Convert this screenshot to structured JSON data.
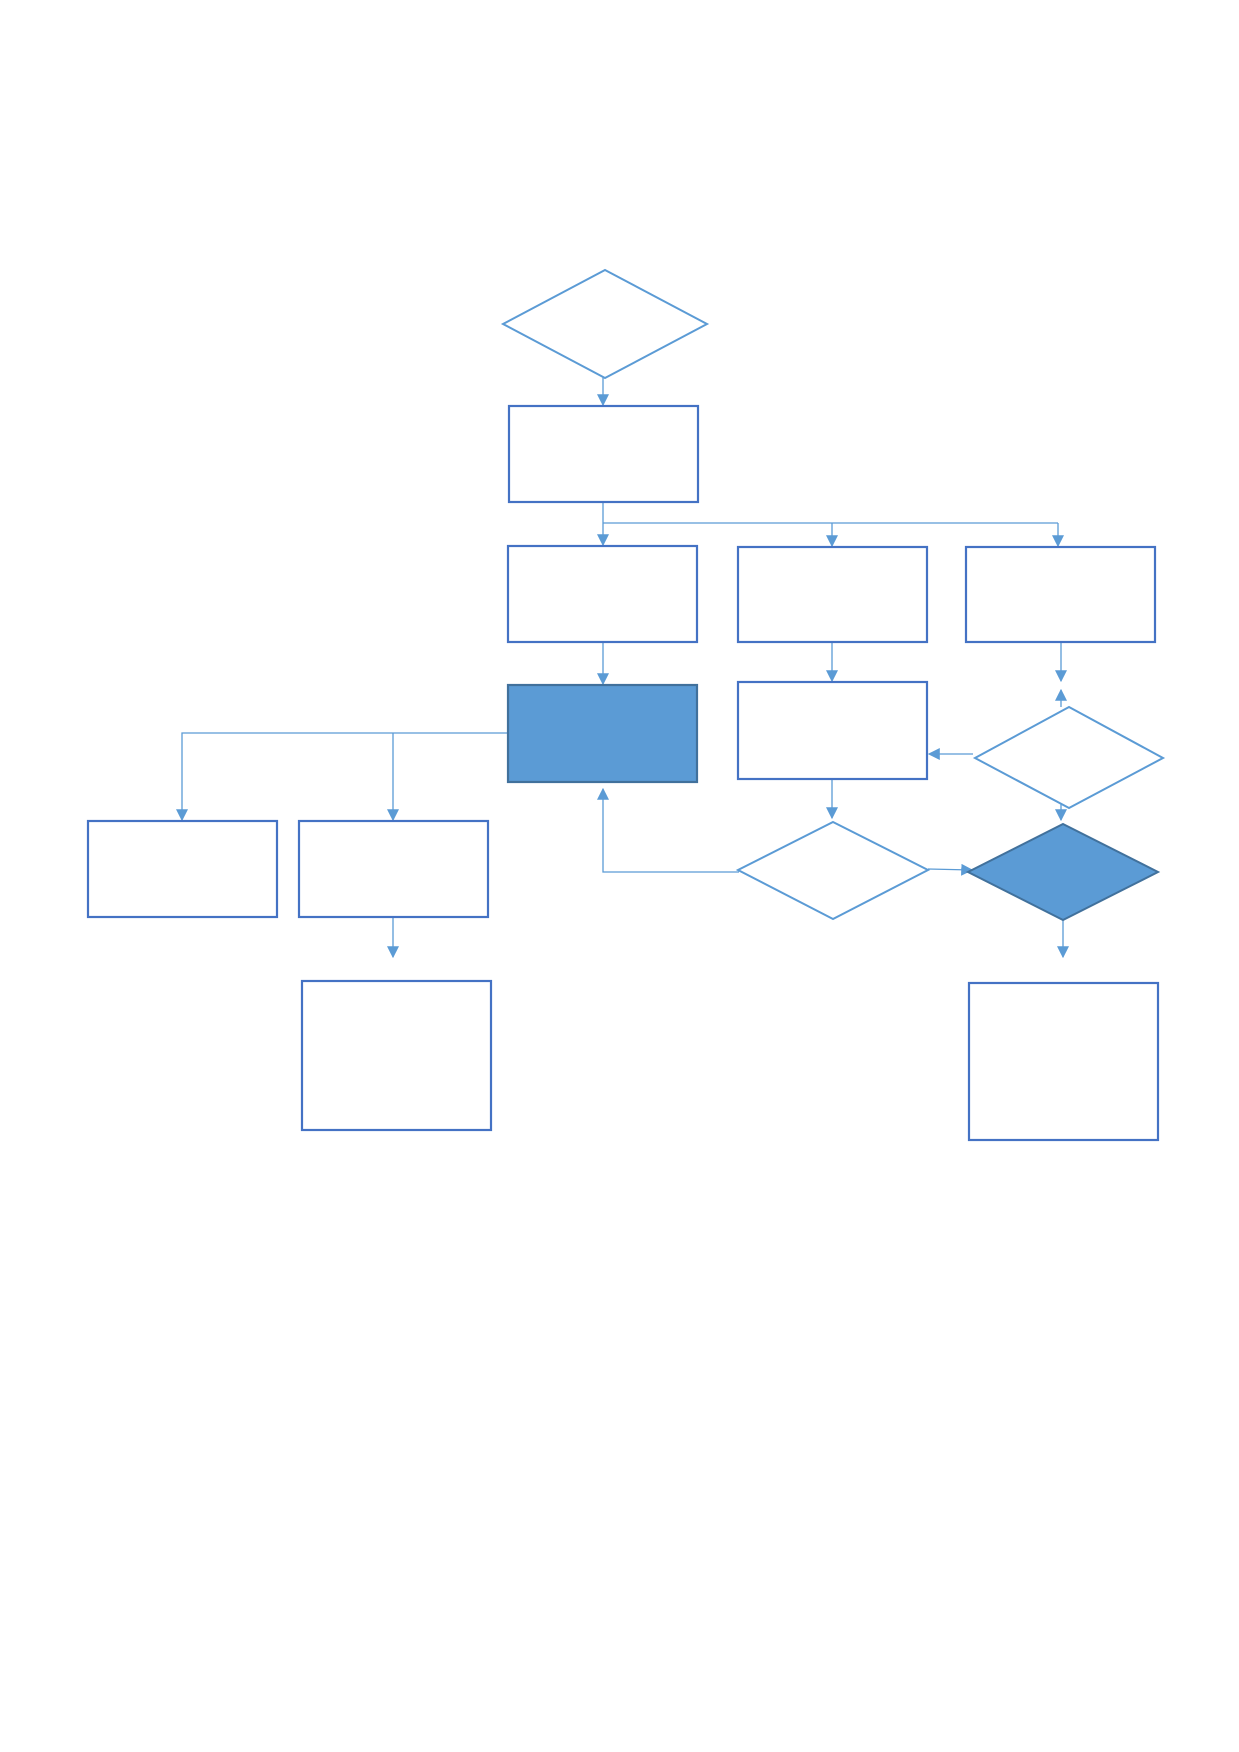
{
  "diagram": {
    "colors": {
      "box_stroke": "#4472c4",
      "diamond_stroke": "#5b9bd5",
      "fill_accent": "#5b9bd5",
      "accent_stroke": "#41719c",
      "connector": "#5b9bd5",
      "background": "#ffffff"
    },
    "nodes": [
      {
        "name": "start-decision",
        "shape": "diamond",
        "filled": false,
        "label": ""
      },
      {
        "name": "process-step-1",
        "shape": "rectangle",
        "filled": false,
        "label": ""
      },
      {
        "name": "branch-left-step",
        "shape": "rectangle",
        "filled": false,
        "label": ""
      },
      {
        "name": "branch-middle-step",
        "shape": "rectangle",
        "filled": false,
        "label": ""
      },
      {
        "name": "branch-right-step",
        "shape": "rectangle",
        "filled": false,
        "label": ""
      },
      {
        "name": "highlighted-step",
        "shape": "rectangle",
        "filled": true,
        "label": ""
      },
      {
        "name": "middle-process-step",
        "shape": "rectangle",
        "filled": false,
        "label": ""
      },
      {
        "name": "right-decision",
        "shape": "diamond",
        "filled": false,
        "label": ""
      },
      {
        "name": "far-left-step",
        "shape": "rectangle",
        "filled": false,
        "label": ""
      },
      {
        "name": "left-step",
        "shape": "rectangle",
        "filled": false,
        "label": ""
      },
      {
        "name": "middle-decision",
        "shape": "diamond",
        "filled": false,
        "label": ""
      },
      {
        "name": "highlighted-decision",
        "shape": "diamond",
        "filled": true,
        "label": ""
      },
      {
        "name": "left-final-step",
        "shape": "rectangle",
        "filled": false,
        "label": ""
      },
      {
        "name": "right-final-step",
        "shape": "rectangle",
        "filled": false,
        "label": ""
      }
    ],
    "edges": [
      {
        "from": "start-decision",
        "to": "process-step-1"
      },
      {
        "from": "process-step-1",
        "to": "branch-left-step"
      },
      {
        "from": "process-step-1",
        "to": "branch-middle-step"
      },
      {
        "from": "process-step-1",
        "to": "branch-right-step"
      },
      {
        "from": "branch-left-step",
        "to": "highlighted-step"
      },
      {
        "from": "branch-middle-step",
        "to": "middle-process-step"
      },
      {
        "from": "branch-right-step",
        "to": "right-decision"
      },
      {
        "from": "right-decision",
        "to": "branch-right-step"
      },
      {
        "from": "right-decision",
        "to": "middle-process-step"
      },
      {
        "from": "right-decision",
        "to": "highlighted-decision"
      },
      {
        "from": "highlighted-step",
        "to": "far-left-step"
      },
      {
        "from": "highlighted-step",
        "to": "left-step"
      },
      {
        "from": "middle-process-step",
        "to": "middle-decision"
      },
      {
        "from": "middle-decision",
        "to": "highlighted-step"
      },
      {
        "from": "middle-decision",
        "to": "highlighted-decision"
      },
      {
        "from": "left-step",
        "to": "left-final-step"
      },
      {
        "from": "highlighted-decision",
        "to": "right-final-step"
      }
    ]
  }
}
